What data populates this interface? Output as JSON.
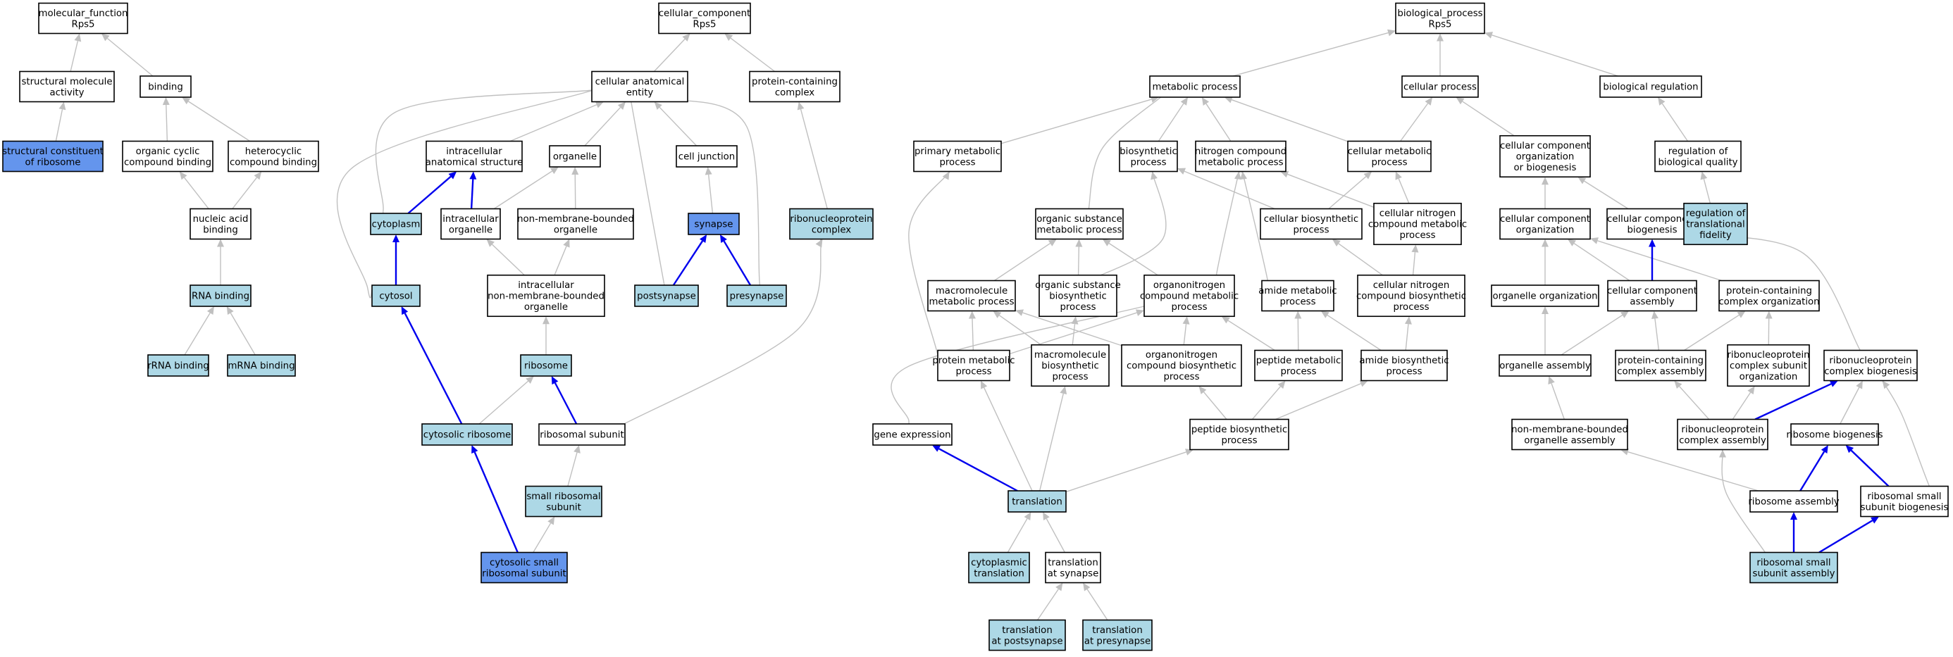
{
  "colors": {
    "plain": "#ffffff",
    "light": "#add8e6",
    "strong": "#6495ed",
    "edge": "#c0c0c0",
    "highlight_edge": "#0000ee"
  },
  "nodes": [
    {
      "id": "mf",
      "lines": [
        "molecular_function",
        "Rps5"
      ],
      "fill": "plain"
    },
    {
      "id": "structural_activity",
      "lines": [
        "structural molecule",
        "activity"
      ],
      "fill": "plain"
    },
    {
      "id": "binding",
      "lines": [
        "binding"
      ],
      "fill": "plain"
    },
    {
      "id": "struct_constituent",
      "lines": [
        "structural constituent",
        "of ribosome"
      ],
      "fill": "strong"
    },
    {
      "id": "organic_cyclic",
      "lines": [
        "organic cyclic",
        "compound binding"
      ],
      "fill": "plain"
    },
    {
      "id": "heterocyclic",
      "lines": [
        "heterocyclic",
        "compound binding"
      ],
      "fill": "plain"
    },
    {
      "id": "nucleic_acid",
      "lines": [
        "nucleic acid",
        "binding"
      ],
      "fill": "plain"
    },
    {
      "id": "rna_binding",
      "lines": [
        "RNA binding"
      ],
      "fill": "light"
    },
    {
      "id": "rrna_binding",
      "lines": [
        "rRNA binding"
      ],
      "fill": "light"
    },
    {
      "id": "mrna_binding",
      "lines": [
        "mRNA binding"
      ],
      "fill": "light"
    },
    {
      "id": "cc",
      "lines": [
        "cellular_component",
        "Rps5"
      ],
      "fill": "plain"
    },
    {
      "id": "cell_anat",
      "lines": [
        "cellular anatomical",
        "entity"
      ],
      "fill": "plain"
    },
    {
      "id": "protein_complex",
      "lines": [
        "protein-containing",
        "complex"
      ],
      "fill": "plain"
    },
    {
      "id": "intracell_struct",
      "lines": [
        "intracellular",
        "anatomical structure"
      ],
      "fill": "plain"
    },
    {
      "id": "organelle",
      "lines": [
        "organelle"
      ],
      "fill": "plain"
    },
    {
      "id": "cell_junction",
      "lines": [
        "cell junction"
      ],
      "fill": "plain"
    },
    {
      "id": "cytoplasm",
      "lines": [
        "cytoplasm"
      ],
      "fill": "light"
    },
    {
      "id": "intracell_organelle",
      "lines": [
        "intracellular",
        "organelle"
      ],
      "fill": "plain"
    },
    {
      "id": "nonmembrane_organelle",
      "lines": [
        "non-membrane-bounded",
        "organelle"
      ],
      "fill": "plain"
    },
    {
      "id": "synapse",
      "lines": [
        "synapse"
      ],
      "fill": "strong"
    },
    {
      "id": "rnp_complex",
      "lines": [
        "ribonucleoprotein",
        "complex"
      ],
      "fill": "light"
    },
    {
      "id": "cytosol",
      "lines": [
        "cytosol"
      ],
      "fill": "light"
    },
    {
      "id": "intracell_nonmembrane",
      "lines": [
        "intracellular",
        "non-membrane-bounded",
        "organelle"
      ],
      "fill": "plain"
    },
    {
      "id": "postsynapse",
      "lines": [
        "postsynapse"
      ],
      "fill": "light"
    },
    {
      "id": "presynapse",
      "lines": [
        "presynapse"
      ],
      "fill": "light"
    },
    {
      "id": "ribosome",
      "lines": [
        "ribosome"
      ],
      "fill": "light"
    },
    {
      "id": "cytosolic_ribosome",
      "lines": [
        "cytosolic ribosome"
      ],
      "fill": "light"
    },
    {
      "id": "ribosomal_subunit",
      "lines": [
        "ribosomal subunit"
      ],
      "fill": "plain"
    },
    {
      "id": "small_ribosomal",
      "lines": [
        "small ribosomal",
        "subunit"
      ],
      "fill": "light"
    },
    {
      "id": "cytosolic_small",
      "lines": [
        "cytosolic small",
        "ribosomal subunit"
      ],
      "fill": "strong"
    },
    {
      "id": "bp",
      "lines": [
        "biological_process",
        "Rps5"
      ],
      "fill": "plain"
    },
    {
      "id": "metabolic",
      "lines": [
        "metabolic process"
      ],
      "fill": "plain"
    },
    {
      "id": "cellular_process",
      "lines": [
        "cellular process"
      ],
      "fill": "plain"
    },
    {
      "id": "bio_regulation",
      "lines": [
        "biological regulation"
      ],
      "fill": "plain"
    },
    {
      "id": "primary_metabolic",
      "lines": [
        "primary metabolic",
        "process"
      ],
      "fill": "plain"
    },
    {
      "id": "biosynthetic",
      "lines": [
        "biosynthetic",
        "process"
      ],
      "fill": "plain"
    },
    {
      "id": "nitrogen_metabolic",
      "lines": [
        "nitrogen compound",
        "metabolic process"
      ],
      "fill": "plain"
    },
    {
      "id": "cellular_metabolic",
      "lines": [
        "cellular metabolic",
        "process"
      ],
      "fill": "plain"
    },
    {
      "id": "cc_org_biogenesis",
      "lines": [
        "cellular component",
        "organization",
        "or biogenesis"
      ],
      "fill": "plain"
    },
    {
      "id": "reg_bio_quality",
      "lines": [
        "regulation of",
        "biological quality"
      ],
      "fill": "plain"
    },
    {
      "id": "organic_substance_metabolic",
      "lines": [
        "organic substance",
        "metabolic process"
      ],
      "fill": "plain"
    },
    {
      "id": "cellular_biosynthetic",
      "lines": [
        "cellular biosynthetic",
        "process"
      ],
      "fill": "plain"
    },
    {
      "id": "cellular_nitrogen_metabolic",
      "lines": [
        "cellular nitrogen",
        "compound metabolic",
        "process"
      ],
      "fill": "plain"
    },
    {
      "id": "cc_organization",
      "lines": [
        "cellular component",
        "organization"
      ],
      "fill": "plain"
    },
    {
      "id": "cc_biogenesis",
      "lines": [
        "cellular component",
        "biogenesis"
      ],
      "fill": "plain"
    },
    {
      "id": "reg_translational_fidelity",
      "lines": [
        "regulation of",
        "translational",
        "fidelity"
      ],
      "fill": "light"
    },
    {
      "id": "macromolecule_metabolic",
      "lines": [
        "macromolecule",
        "metabolic process"
      ],
      "fill": "plain"
    },
    {
      "id": "organic_substance_biosynthetic",
      "lines": [
        "organic substance",
        "biosynthetic",
        "process"
      ],
      "fill": "plain"
    },
    {
      "id": "organonitrogen_metabolic",
      "lines": [
        "organonitrogen",
        "compound metabolic",
        "process"
      ],
      "fill": "plain"
    },
    {
      "id": "amide_metabolic",
      "lines": [
        "amide metabolic",
        "process"
      ],
      "fill": "plain"
    },
    {
      "id": "cellular_nitrogen_biosynthetic",
      "lines": [
        "cellular nitrogen",
        "compound biosynthetic",
        "process"
      ],
      "fill": "plain"
    },
    {
      "id": "organelle_organization",
      "lines": [
        "organelle organization"
      ],
      "fill": "plain"
    },
    {
      "id": "cc_assembly",
      "lines": [
        "cellular component",
        "assembly"
      ],
      "fill": "plain"
    },
    {
      "id": "protein_complex_org",
      "lines": [
        "protein-containing",
        "complex organization"
      ],
      "fill": "plain"
    },
    {
      "id": "protein_metabolic",
      "lines": [
        "protein metabolic",
        "process"
      ],
      "fill": "plain"
    },
    {
      "id": "macromolecule_biosynthetic",
      "lines": [
        "macromolecule",
        "biosynthetic",
        "process"
      ],
      "fill": "plain"
    },
    {
      "id": "organonitrogen_biosynthetic",
      "lines": [
        "organonitrogen",
        "compound biosynthetic",
        "process"
      ],
      "fill": "plain"
    },
    {
      "id": "peptide_metabolic",
      "lines": [
        "peptide metabolic",
        "process"
      ],
      "fill": "plain"
    },
    {
      "id": "amide_biosynthetic",
      "lines": [
        "amide biosynthetic",
        "process"
      ],
      "fill": "plain"
    },
    {
      "id": "organelle_assembly",
      "lines": [
        "organelle assembly"
      ],
      "fill": "plain"
    },
    {
      "id": "protein_complex_assembly",
      "lines": [
        "protein-containing",
        "complex assembly"
      ],
      "fill": "plain"
    },
    {
      "id": "rnp_subunit_org",
      "lines": [
        "ribonucleoprotein",
        "complex subunit",
        "organization"
      ],
      "fill": "plain"
    },
    {
      "id": "rnp_biogenesis",
      "lines": [
        "ribonucleoprotein",
        "complex biogenesis"
      ],
      "fill": "plain"
    },
    {
      "id": "gene_expression",
      "lines": [
        "gene expression"
      ],
      "fill": "plain"
    },
    {
      "id": "peptide_biosynthetic",
      "lines": [
        "peptide biosynthetic",
        "process"
      ],
      "fill": "plain"
    },
    {
      "id": "nonmembrane_organelle_assembly",
      "lines": [
        "non-membrane-bounded",
        "organelle assembly"
      ],
      "fill": "plain"
    },
    {
      "id": "rnp_complex_assembly",
      "lines": [
        "ribonucleoprotein",
        "complex assembly"
      ],
      "fill": "plain"
    },
    {
      "id": "ribosome_biogenesis",
      "lines": [
        "ribosome biogenesis"
      ],
      "fill": "plain"
    },
    {
      "id": "translation",
      "lines": [
        "translation"
      ],
      "fill": "light"
    },
    {
      "id": "ribosome_assembly",
      "lines": [
        "ribosome assembly"
      ],
      "fill": "plain"
    },
    {
      "id": "small_subunit_biogenesis",
      "lines": [
        "ribosomal small",
        "subunit biogenesis"
      ],
      "fill": "plain"
    },
    {
      "id": "cytoplasmic_translation",
      "lines": [
        "cytoplasmic",
        "translation"
      ],
      "fill": "light"
    },
    {
      "id": "translation_at_synapse",
      "lines": [
        "translation",
        "at synapse"
      ],
      "fill": "plain"
    },
    {
      "id": "small_subunit_assembly",
      "lines": [
        "ribosomal small",
        "subunit assembly"
      ],
      "fill": "light"
    },
    {
      "id": "translation_postsynapse",
      "lines": [
        "translation",
        "at postsynapse"
      ],
      "fill": "light"
    },
    {
      "id": "translation_presynapse",
      "lines": [
        "translation",
        "at presynapse"
      ],
      "fill": "light"
    }
  ],
  "edges": [
    {
      "from": "structural_activity",
      "to": "mf"
    },
    {
      "from": "binding",
      "to": "mf"
    },
    {
      "from": "struct_constituent",
      "to": "structural_activity"
    },
    {
      "from": "organic_cyclic",
      "to": "binding"
    },
    {
      "from": "heterocyclic",
      "to": "binding"
    },
    {
      "from": "nucleic_acid",
      "to": "organic_cyclic"
    },
    {
      "from": "nucleic_acid",
      "to": "heterocyclic"
    },
    {
      "from": "rna_binding",
      "to": "nucleic_acid"
    },
    {
      "from": "rrna_binding",
      "to": "rna_binding"
    },
    {
      "from": "mrna_binding",
      "to": "rna_binding"
    },
    {
      "from": "cell_anat",
      "to": "cc"
    },
    {
      "from": "protein_complex",
      "to": "cc"
    },
    {
      "from": "intracell_struct",
      "to": "cell_anat"
    },
    {
      "from": "organelle",
      "to": "cell_anat"
    },
    {
      "from": "cell_junction",
      "to": "cell_anat"
    },
    {
      "from": "cytoplasm",
      "to": "cell_anat"
    },
    {
      "from": "cytosol",
      "to": "cell_anat"
    },
    {
      "from": "postsynapse",
      "to": "cell_anat"
    },
    {
      "from": "presynapse",
      "to": "cell_anat"
    },
    {
      "from": "cytoplasm",
      "to": "intracell_struct",
      "hl": true
    },
    {
      "from": "intracell_organelle",
      "to": "intracell_struct",
      "hl": true
    },
    {
      "from": "intracell_organelle",
      "to": "organelle"
    },
    {
      "from": "nonmembrane_organelle",
      "to": "organelle"
    },
    {
      "from": "synapse",
      "to": "cell_junction"
    },
    {
      "from": "rnp_complex",
      "to": "protein_complex"
    },
    {
      "from": "cytosol",
      "to": "cytoplasm",
      "hl": true
    },
    {
      "from": "intracell_nonmembrane",
      "to": "intracell_organelle"
    },
    {
      "from": "intracell_nonmembrane",
      "to": "nonmembrane_organelle"
    },
    {
      "from": "postsynapse",
      "to": "synapse",
      "hl": true
    },
    {
      "from": "presynapse",
      "to": "synapse",
      "hl": true
    },
    {
      "from": "ribosome",
      "to": "intracell_nonmembrane"
    },
    {
      "from": "cytosolic_ribosome",
      "to": "cytosol",
      "hl": true
    },
    {
      "from": "cytosolic_ribosome",
      "to": "ribosome"
    },
    {
      "from": "ribosomal_subunit",
      "to": "ribosome",
      "hl": true
    },
    {
      "from": "ribosomal_subunit",
      "to": "rnp_complex"
    },
    {
      "from": "small_ribosomal",
      "to": "ribosomal_subunit"
    },
    {
      "from": "cytosolic_small",
      "to": "cytosolic_ribosome",
      "hl": true
    },
    {
      "from": "cytosolic_small",
      "to": "small_ribosomal"
    },
    {
      "from": "metabolic",
      "to": "bp"
    },
    {
      "from": "cellular_process",
      "to": "bp"
    },
    {
      "from": "bio_regulation",
      "to": "bp"
    },
    {
      "from": "primary_metabolic",
      "to": "metabolic"
    },
    {
      "from": "biosynthetic",
      "to": "metabolic"
    },
    {
      "from": "nitrogen_metabolic",
      "to": "metabolic"
    },
    {
      "from": "cellular_metabolic",
      "to": "metabolic"
    },
    {
      "from": "organic_substance_metabolic",
      "to": "metabolic"
    },
    {
      "from": "cellular_metabolic",
      "to": "cellular_process"
    },
    {
      "from": "cc_org_biogenesis",
      "to": "cellular_process"
    },
    {
      "from": "reg_bio_quality",
      "to": "bio_regulation"
    },
    {
      "from": "cellular_biosynthetic",
      "to": "biosynthetic"
    },
    {
      "from": "organic_substance_biosynthetic",
      "to": "biosynthetic"
    },
    {
      "from": "cellular_nitrogen_metabolic",
      "to": "nitrogen_metabolic"
    },
    {
      "from": "organonitrogen_metabolic",
      "to": "nitrogen_metabolic"
    },
    {
      "from": "amide_metabolic",
      "to": "nitrogen_metabolic"
    },
    {
      "from": "cellular_biosynthetic",
      "to": "cellular_metabolic"
    },
    {
      "from": "cellular_nitrogen_metabolic",
      "to": "cellular_metabolic"
    },
    {
      "from": "cc_organization",
      "to": "cc_org_biogenesis"
    },
    {
      "from": "cc_biogenesis",
      "to": "cc_org_biogenesis"
    },
    {
      "from": "reg_translational_fidelity",
      "to": "reg_bio_quality"
    },
    {
      "from": "macromolecule_metabolic",
      "to": "organic_substance_metabolic"
    },
    {
      "from": "organic_substance_biosynthetic",
      "to": "organic_substance_metabolic"
    },
    {
      "from": "organonitrogen_metabolic",
      "to": "organic_substance_metabolic"
    },
    {
      "from": "cellular_nitrogen_biosynthetic",
      "to": "cellular_biosynthetic"
    },
    {
      "from": "cellular_nitrogen_biosynthetic",
      "to": "cellular_nitrogen_metabolic"
    },
    {
      "from": "organelle_organization",
      "to": "cc_organization"
    },
    {
      "from": "cc_assembly",
      "to": "cc_organization"
    },
    {
      "from": "protein_complex_org",
      "to": "cc_organization"
    },
    {
      "from": "cc_assembly",
      "to": "cc_biogenesis",
      "hl": true
    },
    {
      "from": "rnp_biogenesis",
      "to": "cc_biogenesis"
    },
    {
      "from": "protein_metabolic",
      "to": "macromolecule_metabolic"
    },
    {
      "from": "macromolecule_biosynthetic",
      "to": "macromolecule_metabolic"
    },
    {
      "from": "organonitrogen_biosynthetic",
      "to": "macromolecule_metabolic"
    },
    {
      "from": "macromolecule_biosynthetic",
      "to": "organic_substance_biosynthetic"
    },
    {
      "from": "protein_metabolic",
      "to": "primary_metabolic"
    },
    {
      "from": "protein_metabolic",
      "to": "organonitrogen_metabolic"
    },
    {
      "from": "organonitrogen_biosynthetic",
      "to": "organonitrogen_metabolic"
    },
    {
      "from": "peptide_metabolic",
      "to": "organonitrogen_metabolic"
    },
    {
      "from": "peptide_metabolic",
      "to": "amide_metabolic"
    },
    {
      "from": "amide_biosynthetic",
      "to": "amide_metabolic"
    },
    {
      "from": "amide_biosynthetic",
      "to": "cellular_nitrogen_biosynthetic"
    },
    {
      "from": "organelle_assembly",
      "to": "organelle_organization"
    },
    {
      "from": "organelle_assembly",
      "to": "cc_assembly"
    },
    {
      "from": "protein_complex_assembly",
      "to": "cc_assembly"
    },
    {
      "from": "protein_complex_assembly",
      "to": "protein_complex_org"
    },
    {
      "from": "rnp_subunit_org",
      "to": "protein_complex_org"
    },
    {
      "from": "peptide_biosynthetic",
      "to": "peptide_metabolic"
    },
    {
      "from": "peptide_biosynthetic",
      "to": "amide_biosynthetic"
    },
    {
      "from": "peptide_biosynthetic",
      "to": "organonitrogen_biosynthetic"
    },
    {
      "from": "gene_expression",
      "to": "organonitrogen_metabolic"
    },
    {
      "from": "nonmembrane_organelle_assembly",
      "to": "organelle_assembly"
    },
    {
      "from": "rnp_complex_assembly",
      "to": "protein_complex_assembly"
    },
    {
      "from": "rnp_complex_assembly",
      "to": "rnp_subunit_org"
    },
    {
      "from": "rnp_complex_assembly",
      "to": "rnp_biogenesis",
      "hl": true
    },
    {
      "from": "ribosome_biogenesis",
      "to": "rnp_biogenesis"
    },
    {
      "from": "small_subunit_biogenesis",
      "to": "rnp_biogenesis"
    },
    {
      "from": "translation",
      "to": "gene_expression",
      "hl": true
    },
    {
      "from": "translation",
      "to": "protein_metabolic"
    },
    {
      "from": "translation",
      "to": "macromolecule_biosynthetic"
    },
    {
      "from": "translation",
      "to": "peptide_biosynthetic"
    },
    {
      "from": "ribosome_assembly",
      "to": "nonmembrane_organelle_assembly"
    },
    {
      "from": "ribosome_assembly",
      "to": "ribosome_biogenesis",
      "hl": true
    },
    {
      "from": "small_subunit_biogenesis",
      "to": "ribosome_biogenesis",
      "hl": true
    },
    {
      "from": "cytoplasmic_translation",
      "to": "translation"
    },
    {
      "from": "translation_at_synapse",
      "to": "translation"
    },
    {
      "from": "small_subunit_assembly",
      "to": "ribosome_assembly",
      "hl": true
    },
    {
      "from": "small_subunit_assembly",
      "to": "small_subunit_biogenesis",
      "hl": true
    },
    {
      "from": "small_subunit_assembly",
      "to": "rnp_complex_assembly"
    },
    {
      "from": "translation_postsynapse",
      "to": "translation_at_synapse"
    },
    {
      "from": "translation_presynapse",
      "to": "translation_at_synapse"
    }
  ]
}
